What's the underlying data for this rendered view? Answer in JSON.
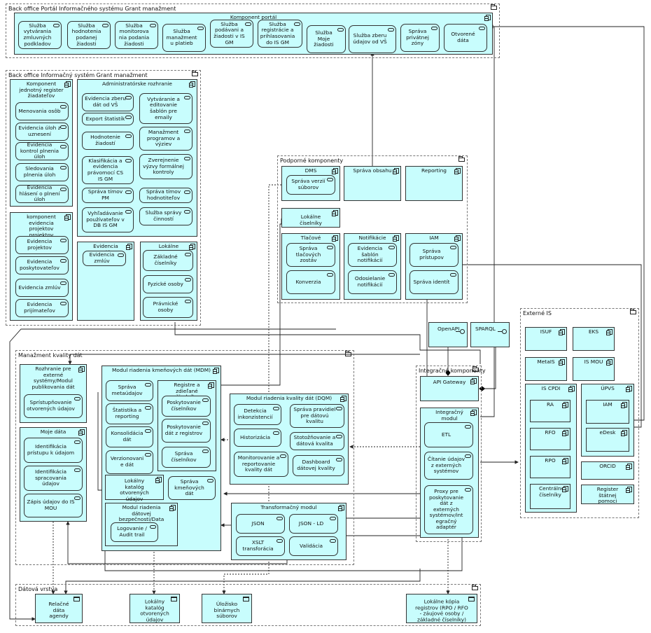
{
  "portal_group": {
    "label": "Back office Portál Informačného systému Grant manažment"
  },
  "portal_component": {
    "title": "Komponent portál",
    "services": [
      "Služba vytvárania zmluvných podkladov",
      "Služba hodnotenia podanej žiadosti",
      "Služba monitorova nia podania žiadosti",
      "Služba manažment u platieb",
      "Služba podávani a žiadosti v IS GM",
      "Služba registrácie a prihlasovania do IS GM",
      "Služba Moje žiadosti",
      "Služba zberu údajov od VŠ",
      "Správa privátnej zóny",
      "Otvorené dáta"
    ]
  },
  "is_group": {
    "label": "Back office Informačný systém Grant manažment"
  },
  "register_component": {
    "title": "Komponent jednotný register žiadateľov",
    "services": [
      "Menovania osôb",
      "Evidencia úloh z uznesení",
      "Evidencia kontrol plnenia úloh",
      "Sledovania plnenia úloh",
      "Evidencia hlásení o plnení úloh"
    ]
  },
  "projects_component": {
    "title": "komponent evidencia projektov projektov",
    "services": [
      "Evidencia projektov",
      "Evidencia poskytovateľov",
      "Evidencia zmlúv",
      "Evidencia prijímateľov"
    ]
  },
  "admin_component": {
    "title": "Administratórske rozhranie",
    "services": [
      "Evidencia zberu dát od VŠ",
      "Vytváranie a editovanie šablón pre emaily",
      "Export štatistík",
      "Manažment programov a výziev",
      "Hodnotenie žiadostí",
      "Zverejnenie výzvy formálnej kontroly",
      "Klasifikácia a evidencia právomocí CS IS GM",
      "Správa tímov hodnotiteľov",
      "Správa tímov PM",
      "Služba správy činností",
      "Vyhľadávanie používateľov v DB IS GM"
    ]
  },
  "contracts_component": {
    "title": "Evidencia zmlúv",
    "services": [
      "Evidencia zmlúv"
    ]
  },
  "local_registers_component": {
    "title": "Lokálne registre",
    "services": [
      "Základné číselníky",
      "Fyzické osoby",
      "Právnické osoby"
    ]
  },
  "support_group": {
    "label": "Podporné komponenty",
    "dms": "DMS",
    "dms_service": "Správa verzií súborov",
    "content": "Správa obsahu",
    "reporting": "Reporting",
    "local_codelists": "Lokálne číselníky",
    "print": "Tlačové zostavy",
    "print_services": [
      "Správa tlačových zostáv",
      "Konverzia"
    ],
    "notif": "Notifikácie",
    "notif_services": [
      "Evidencia šablón notifikácií",
      "Odosielanie notifikácií"
    ],
    "iam": "IAM",
    "iam_services": [
      "Správa prístupov",
      "Správa identít"
    ]
  },
  "interfaces": {
    "openapi": "OpenAPI",
    "sparql": "SPARQL"
  },
  "integration_group": {
    "label": "Integračné komponenty",
    "gateway": "API Gateway",
    "module": "Integračný modul",
    "services": [
      "ETL",
      "Čítanie údajov z externých systémov",
      "Proxy pre poskytovanie dát z externých systémov/int egračný adaptér"
    ]
  },
  "external_group": {
    "label": "Externé IS",
    "systems": [
      "ISUF",
      "EKS",
      "MetaIS",
      "IS MOU"
    ],
    "cpdi": "IS CPDI",
    "cpdi_items": [
      "RA",
      "RFO",
      "RPO",
      "Centrálne číselníky"
    ],
    "upvs": "ÚPVS",
    "upvs_items": [
      "IAM",
      "eDesk"
    ],
    "orcid": "ORCID",
    "state_aid": "Register štátnej pomoci"
  },
  "dq_group": {
    "label": "Manažment kvality dát",
    "external_if": "Rozhranie pre externé systémy/Modul publikovania dát",
    "external_if_service": "Sprístupňovanie otvorených údajov",
    "my_data": "Moje dáta",
    "my_data_services": [
      "Identifikácia prístupu k údajom",
      "Identifikácia spracovania údajov",
      "Zápis údajov do IS MOU"
    ],
    "mdm": "Modul riadenia kmeňových dát (MDM)",
    "mdm_services": [
      "Správa metaúdajov",
      "Štatistika a reporting",
      "Konsolidácia dát",
      "Verzionovani e dát"
    ],
    "registers": "Registre a zdieľané číselníky",
    "registers_services": [
      "Poskytovanie číselníkov",
      "Poskytovanie dát z registrov",
      "Správa číselníkov"
    ],
    "catalog": "Lokálny katalóg otvorených údajov",
    "master_data": "Správa kmeňových dát",
    "governance": "Modul riadenia dátovej bezpečnosti/Data Governance",
    "governance_service": "Logovanie / Audit trail",
    "dqm": "Modul riadenia kvality dát (DQM)",
    "dqm_services": [
      "Detekcia inkonzistencií",
      "Správa pravidiel pre dátovú kvalitu",
      "Historizácia",
      "Stotožňovanie a dátová kvalita",
      "Monitorovanie a reportovanie kvality dát",
      "Dashboard dátovej kvality"
    ],
    "transform": "Transformačný modul",
    "transform_services": [
      "JSON",
      "JSON - LD",
      "XSLT transforácia",
      "Validácia"
    ]
  },
  "data_group": {
    "label": "Dátová vrstva",
    "items": [
      "Relačné dáta agendy",
      "Lokálny katalóg otvorených údajov",
      "Úložisko binárnych súborov",
      "Lokálne kópia registrov (RPO / RFO - záujové osoby / základné číselníky)"
    ]
  }
}
